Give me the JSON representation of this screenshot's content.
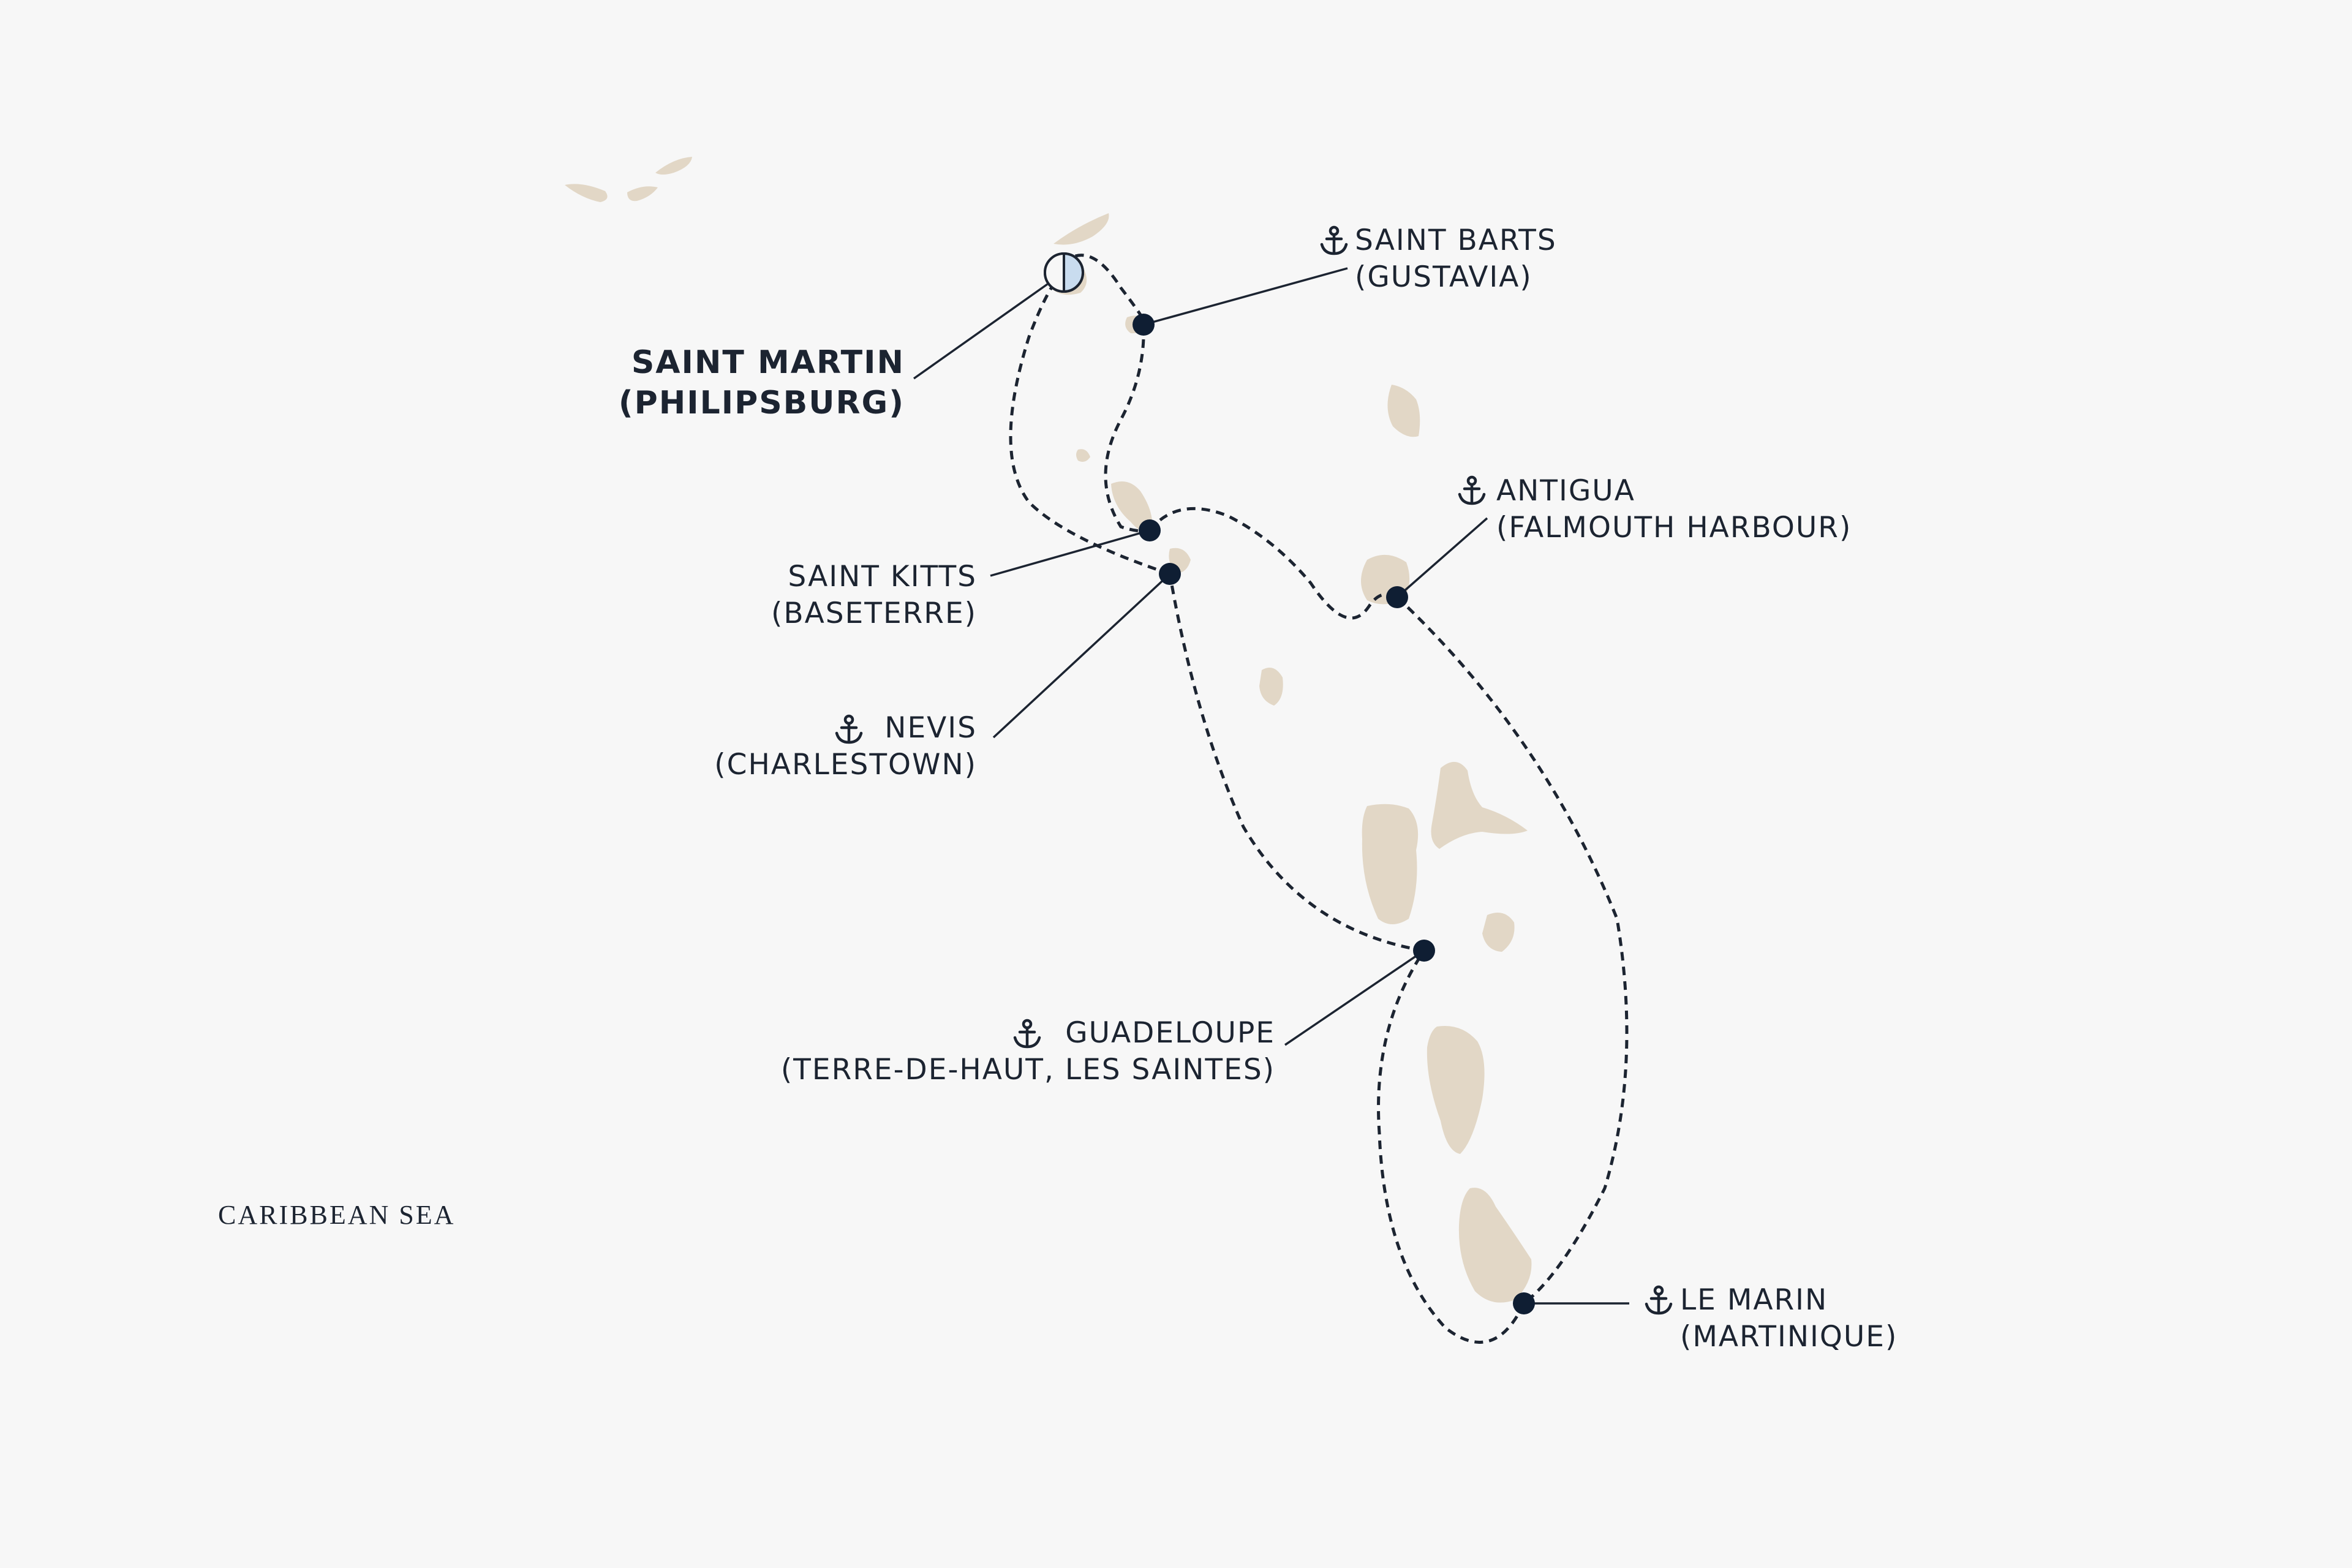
{
  "sea_label": "CARIBBEAN SEA",
  "colors": {
    "background": "#f7f7f7",
    "land": "#e2d7c6",
    "route": "#1c2431",
    "port_dot": "#0f1e33",
    "embark_marker": "#c9dcef"
  },
  "ports": [
    {
      "id": "saint-martin",
      "name": "SAINT MARTIN",
      "place": "(PHILIPSBURG)",
      "type": "embark-disembark",
      "icon": "start-end-marker"
    },
    {
      "id": "saint-barts",
      "name": "SAINT BARTS",
      "place": "(GUSTAVIA)",
      "type": "anchorage",
      "icon": "anchor-icon"
    },
    {
      "id": "antigua",
      "name": "ANTIGUA",
      "place": "(FALMOUTH HARBOUR)",
      "type": "anchorage",
      "icon": "anchor-icon"
    },
    {
      "id": "saint-kitts",
      "name": "SAINT KITTS",
      "place": "(BASETERRE)",
      "type": "port",
      "icon": ""
    },
    {
      "id": "nevis",
      "name": "NEVIS",
      "place": "(CHARLESTOWN)",
      "type": "anchorage",
      "icon": "anchor-icon"
    },
    {
      "id": "guadeloupe",
      "name": "GUADELOUPE",
      "place": "(TERRE-DE-HAUT, LES SAINTES)",
      "type": "anchorage",
      "icon": "anchor-icon"
    },
    {
      "id": "le-marin",
      "name": "LE MARIN",
      "place": "(MARTINIQUE)",
      "type": "anchorage",
      "icon": "anchor-icon"
    }
  ]
}
